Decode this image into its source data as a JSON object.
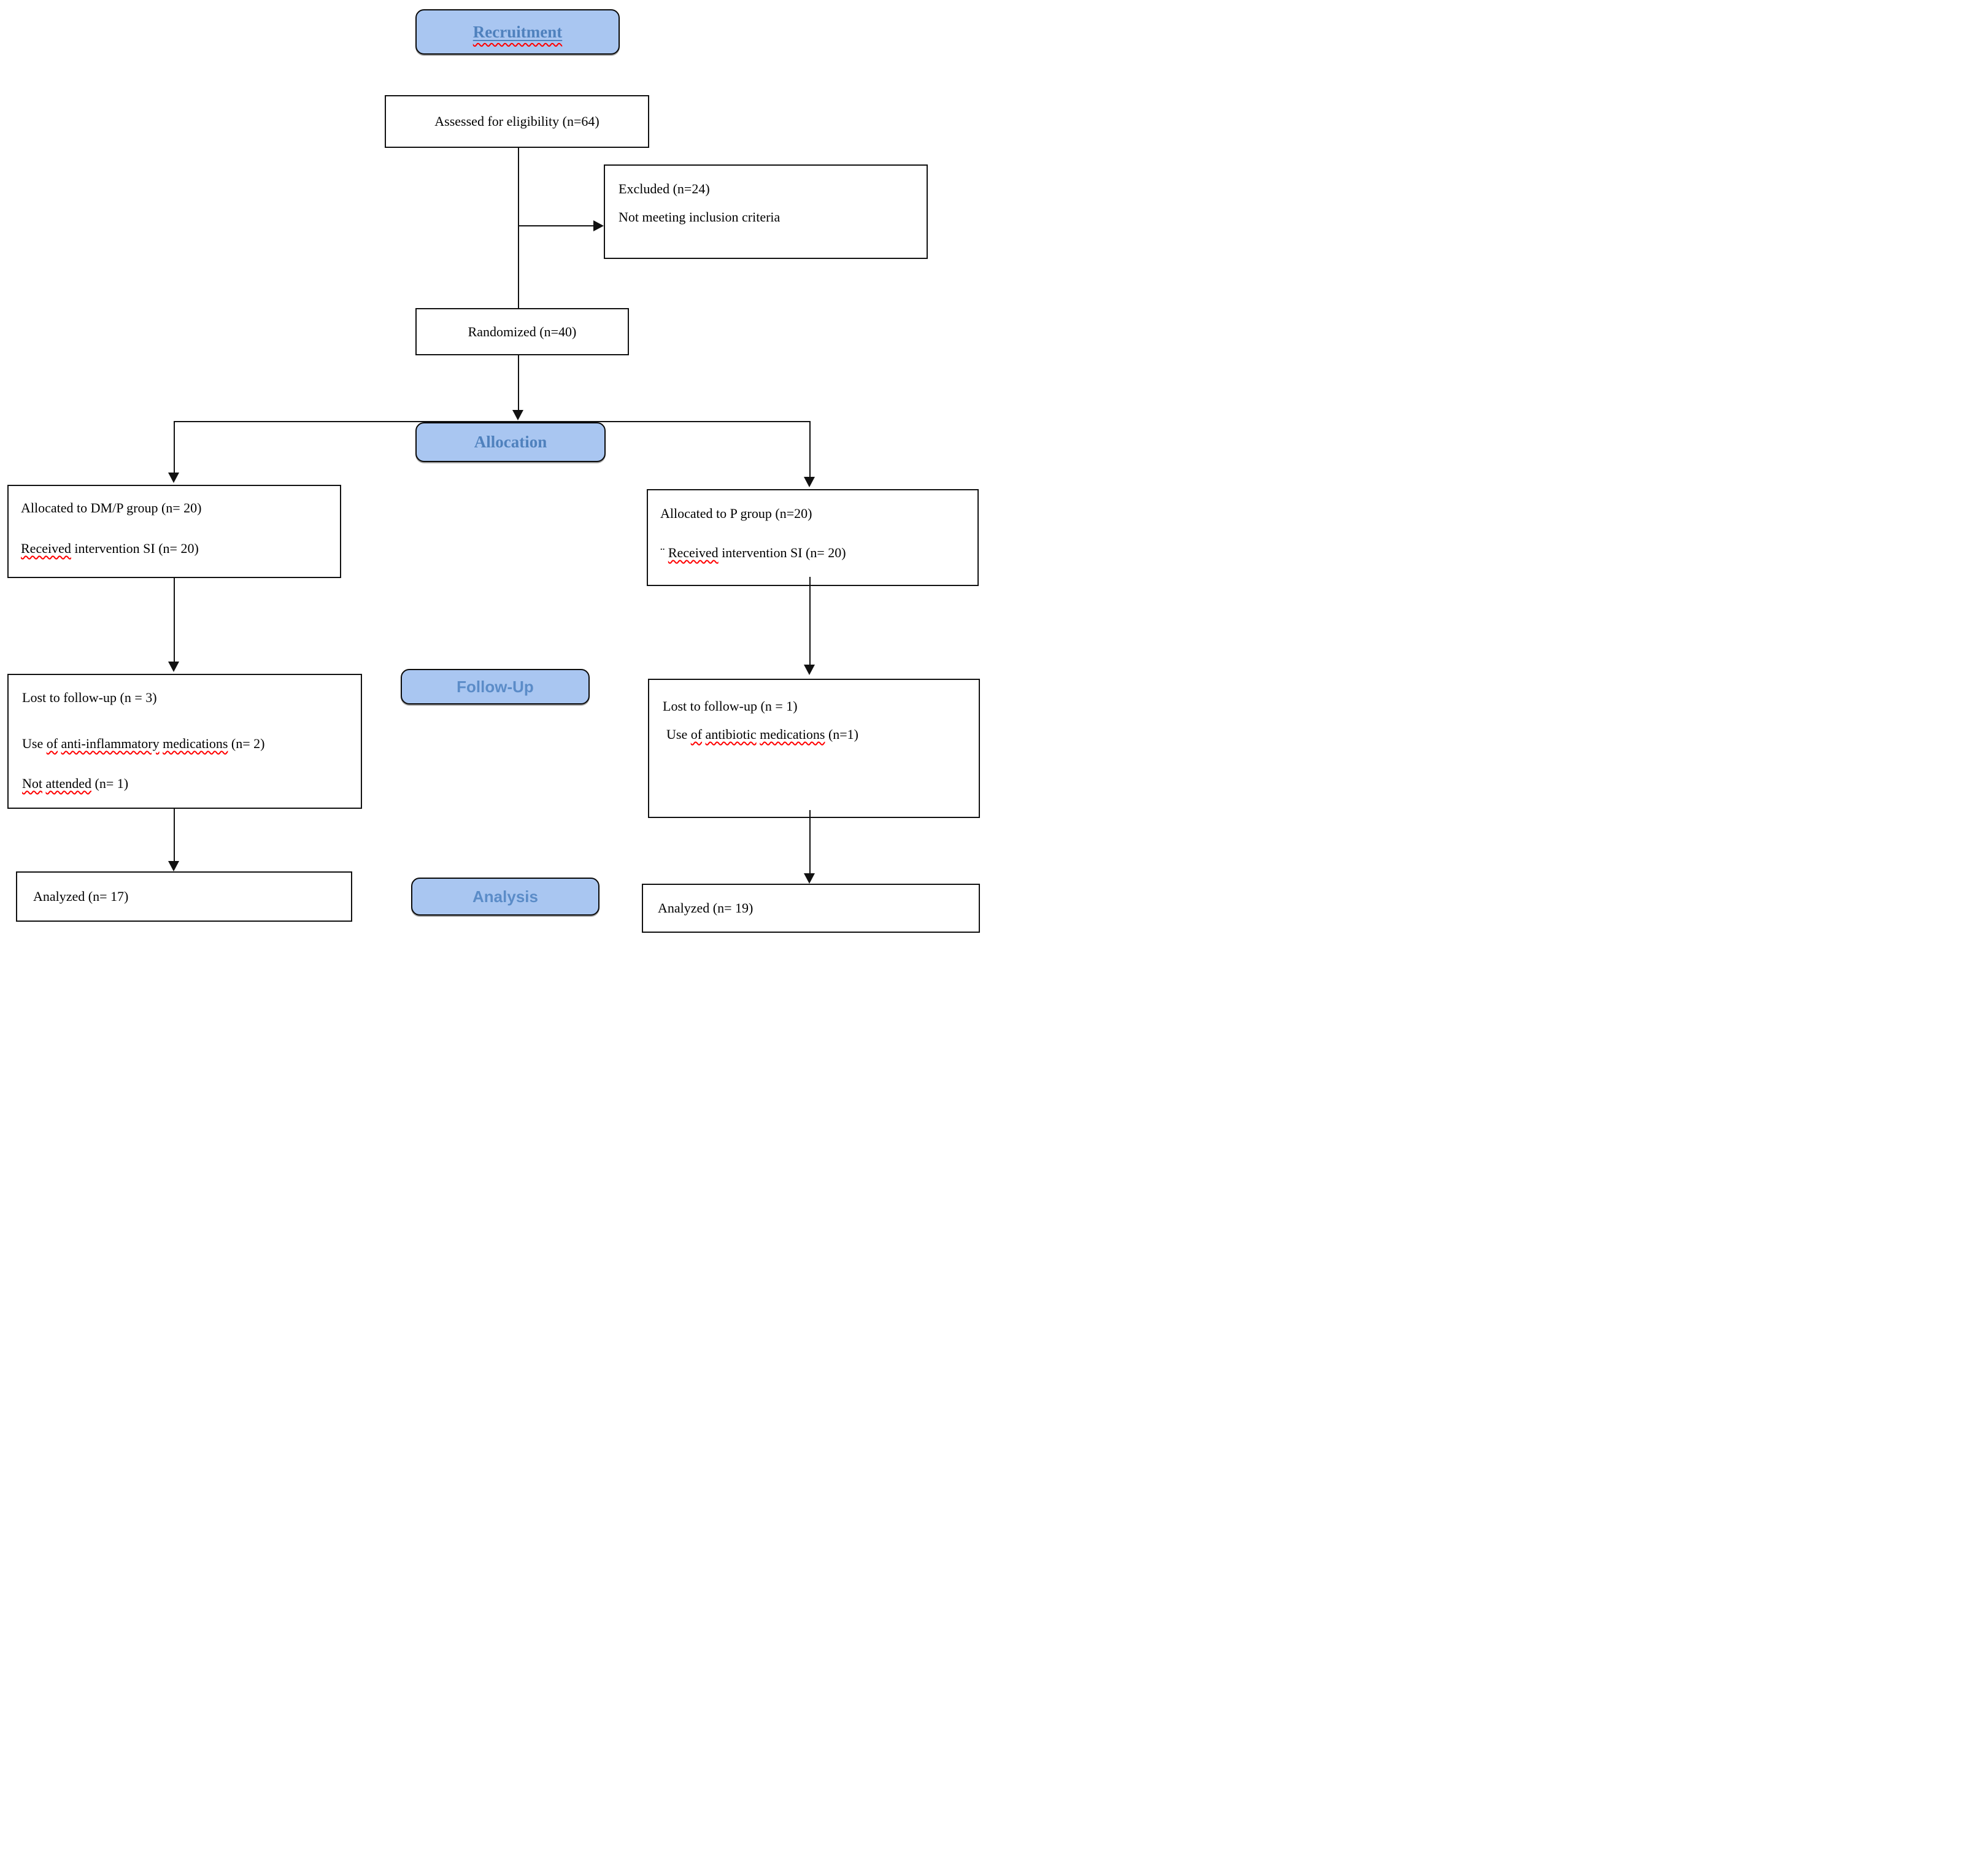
{
  "flowchart": {
    "stage_labels": {
      "recruitment": "Recruitment",
      "allocation": "Allocation",
      "follow_up": "Follow-Up",
      "analysis": "Analysis"
    },
    "nodes": {
      "assessed": {
        "text": "Assessed for eligibility (n=64)"
      },
      "excluded": {
        "line1": "Excluded (n=24)",
        "line2": "Not meeting inclusion criteria"
      },
      "randomized": {
        "text": "Randomized (n=40)"
      },
      "allocated_dmp": {
        "line1": "Allocated to DM/P group (n= 20)",
        "received_word": "Received",
        "line2_rest": "intervention SI (n= 20)"
      },
      "allocated_p": {
        "line1": "Allocated to P group (n=20)",
        "line2_prefix": "¨",
        "received_word": "Received",
        "line2_rest": "intervention SI (n= 20)"
      },
      "followup_dmp": {
        "line1": "Lost to follow-up (n = 3)",
        "line2_word1": "Use",
        "line2_sq1": "of",
        "line2_sq2": "anti-inflammatory",
        "line2_sq3": "medications",
        "line2_rest": "(n= 2)",
        "line3_sq1": "Not",
        "line3_sq2": "attended",
        "line3_rest": "(n= 1)"
      },
      "followup_p": {
        "line1": "Lost to follow-up (n = 1)",
        "line2_word1": "Use",
        "line2_sq1": "of",
        "line2_sq2": "antibiotic",
        "line2_sq3": "medications",
        "line2_rest": "(n=1)"
      },
      "analyzed_dmp": {
        "text": "Analyzed (n= 17)"
      },
      "analyzed_p": {
        "text": "Analyzed (n= 19)"
      }
    },
    "colors": {
      "stage_fill": "#a9c6f1",
      "stage_border": "#0a0a0a",
      "stage_text_serif": "#4f81bd",
      "stage_text_sans": "#5b8cc8",
      "box_border": "#111111",
      "body_text": "#000000",
      "spellcheck_squiggle": "#ff0000"
    }
  }
}
